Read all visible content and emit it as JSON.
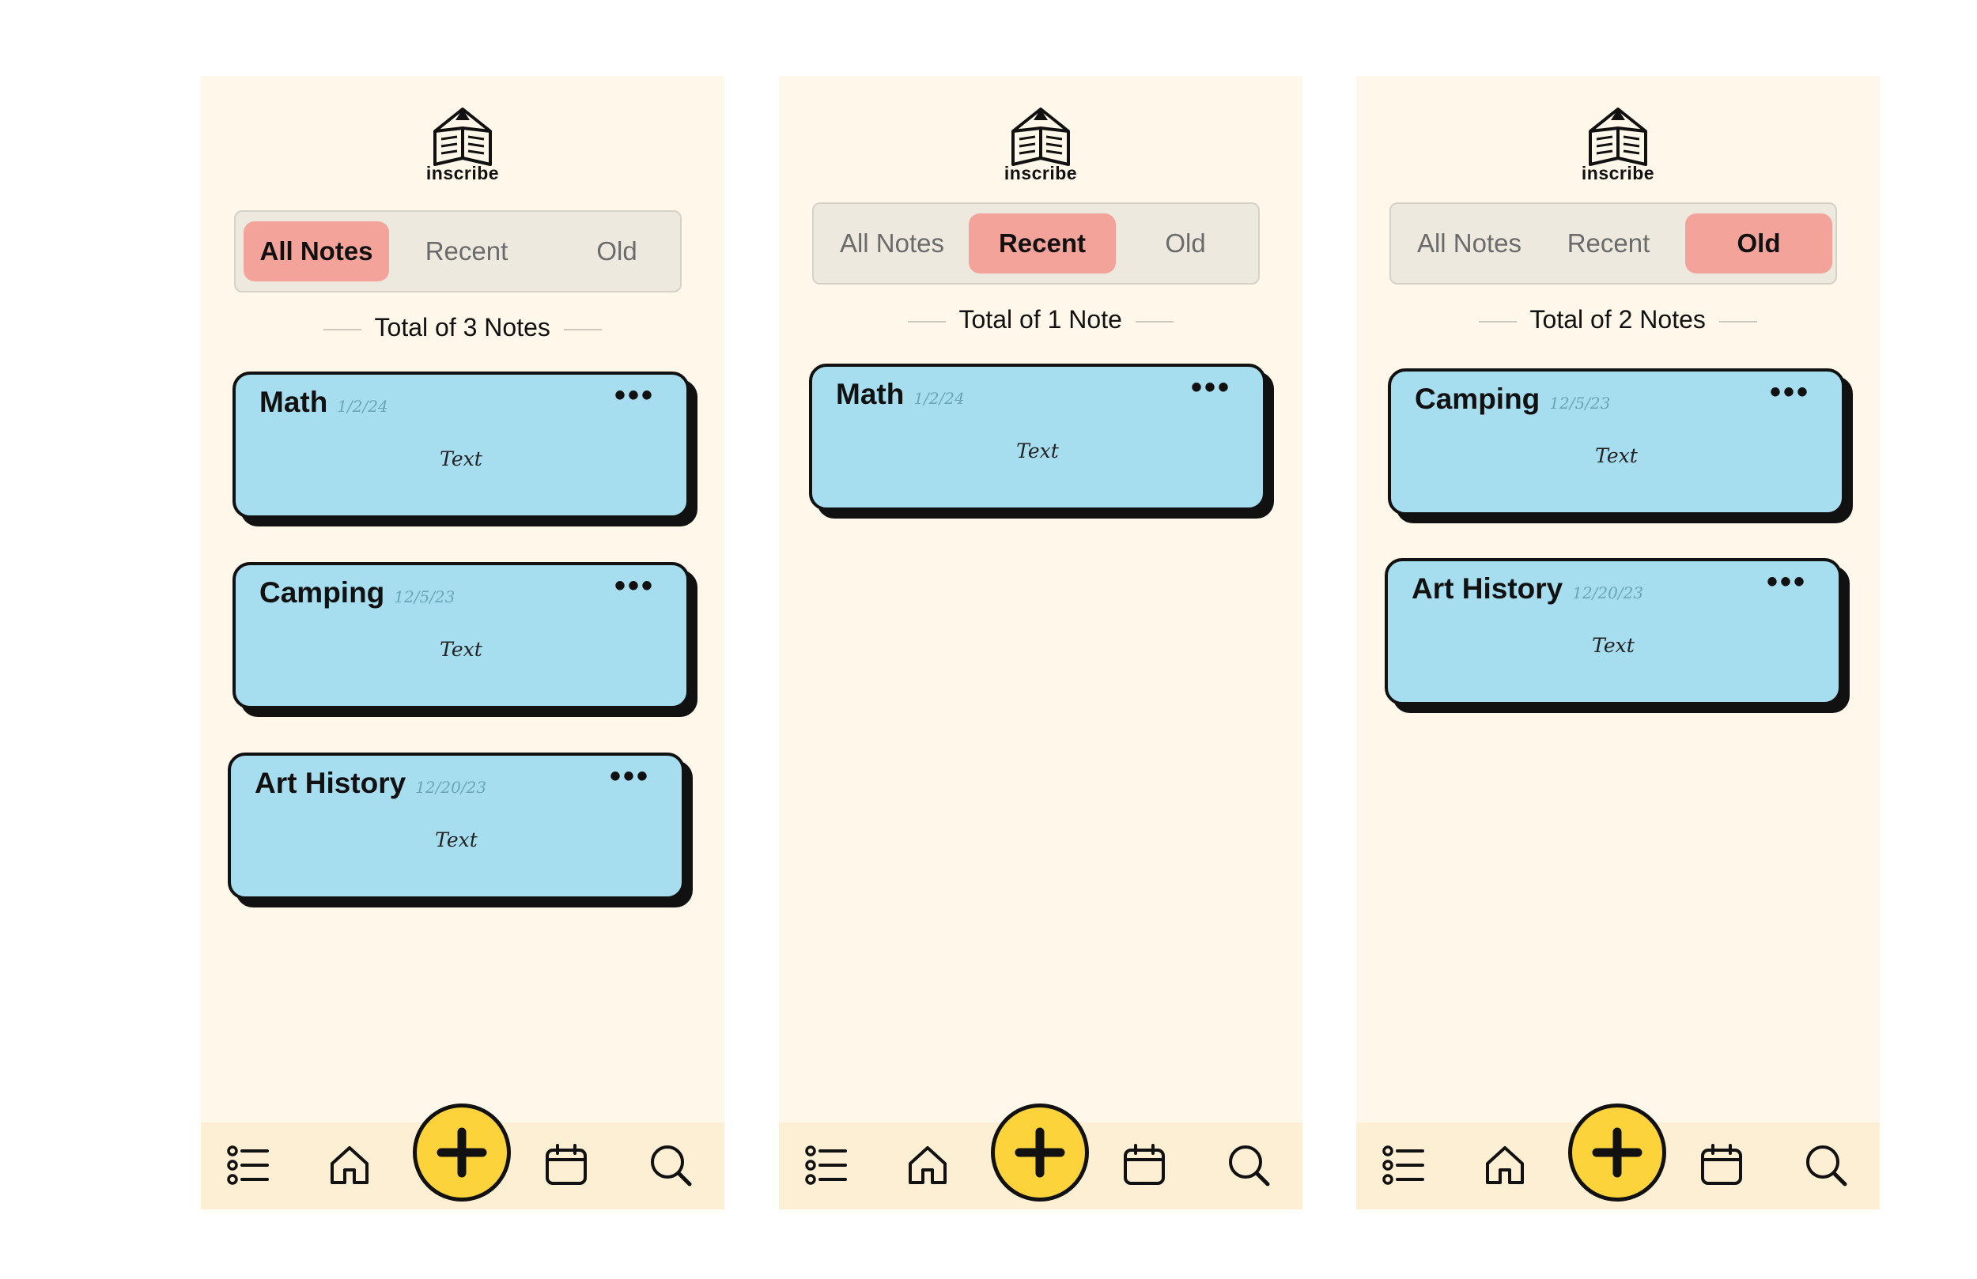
{
  "app": {
    "name": "inscribe"
  },
  "screens": [
    {
      "tabs": [
        "All Notes",
        "Recent",
        "Old"
      ],
      "active_tab": "All Notes",
      "total_label": "Total of 3 Notes",
      "notes": [
        {
          "title": "Math",
          "date": "1/2/24",
          "body": "Text"
        },
        {
          "title": "Camping",
          "date": "12/5/23",
          "body": "Text"
        },
        {
          "title": "Art History",
          "date": "12/20/23",
          "body": "Text"
        }
      ]
    },
    {
      "tabs": [
        "All Notes",
        "Recent",
        "Old"
      ],
      "active_tab": "Recent",
      "total_label": "Total of 1 Note",
      "notes": [
        {
          "title": "Math",
          "date": "1/2/24",
          "body": "Text"
        }
      ]
    },
    {
      "tabs": [
        "All Notes",
        "Recent",
        "Old"
      ],
      "active_tab": "Old",
      "total_label": "Total of 2 Notes",
      "notes": [
        {
          "title": "Camping",
          "date": "12/5/23",
          "body": "Text"
        },
        {
          "title": "Art History",
          "date": "12/20/23",
          "body": "Text"
        }
      ]
    }
  ],
  "more_glyph": "•••",
  "nav": {
    "items": [
      "list-icon",
      "home-icon",
      "add-icon",
      "calendar-icon",
      "search-icon"
    ]
  },
  "colors": {
    "background": "#fff7ea",
    "active_tab": "#f4a39a",
    "card": "#a6ddef",
    "add_button": "#fcd33b",
    "navbar": "#fdefd3"
  }
}
